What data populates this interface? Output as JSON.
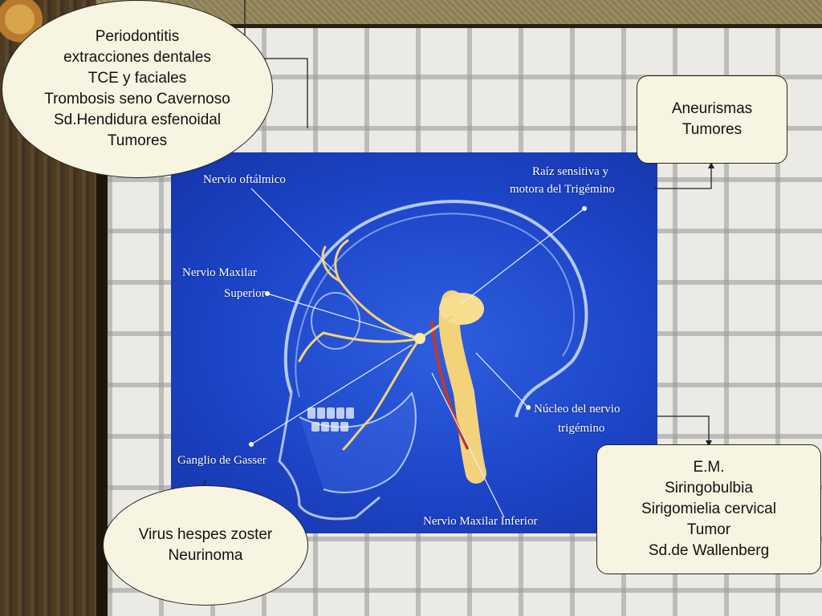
{
  "callouts": {
    "top_left": [
      "Periodontitis",
      "extracciones dentales",
      "TCE y faciales",
      "Trombosis seno Cavernoso",
      "Sd.Hendidura esfenoidal",
      "Tumores"
    ],
    "top_right": [
      "Aneurismas",
      "Tumores"
    ],
    "bottom_left": [
      "Virus hespes zoster",
      "Neurinoma"
    ],
    "bottom_right": [
      "E.M.",
      "Siringobulbia",
      "Sirigomielia cervical",
      "Tumor",
      "Sd.de Wallenberg"
    ]
  },
  "diagram_labels": {
    "nervio_oftalmico": "Nervio oftálmico",
    "raiz_line1": "Raíz sensitiva y",
    "raiz_line2": "motora del Trigémino",
    "maxilar_sup_line1": "Nervio Maxilar",
    "maxilar_sup_line2": "Superior",
    "nucleo_line1": "Núcleo del nervio",
    "nucleo_line2": "trigémino",
    "ganglio": "Ganglio de Gasser",
    "maxilar_inf": "Nervio Maxilar Inferior"
  },
  "colors": {
    "panel_blue": "#1d45c8",
    "callout_fill": "#f7f5e1",
    "nerve_yellow": "#f3d27a"
  }
}
